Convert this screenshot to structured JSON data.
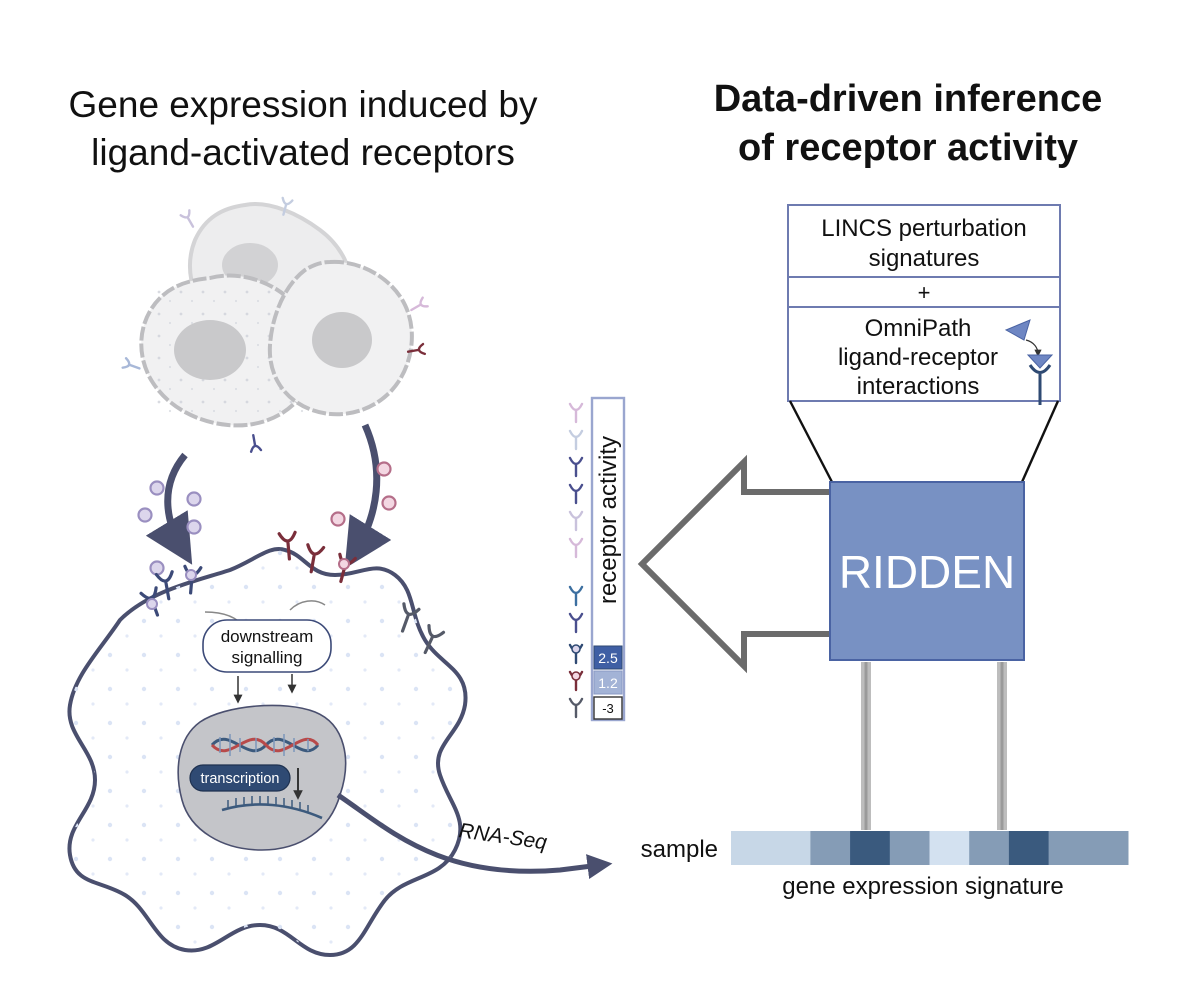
{
  "left_title": {
    "line1": "Gene expression induced by",
    "line2": "ligand-activated receptors"
  },
  "right_title": {
    "line1": "Data-driven inference",
    "line2": "of receptor activity"
  },
  "knowledge_box": {
    "lincs_line1": "LINCS perturbation",
    "lincs_line2": "signatures",
    "plus": "+",
    "omni_line1": "OmniPath",
    "omni_line2": "ligand-receptor",
    "omni_line3": "interactions"
  },
  "model_label": "RIDDEN",
  "activity_panel": {
    "label": "receptor activity",
    "values": [
      "2.5",
      "1.2",
      "-3"
    ]
  },
  "cell": {
    "signalling_line1": "downstream",
    "signalling_line2": "signalling",
    "transcription": "transcription"
  },
  "sequencing_label": "RNA-Seq",
  "signature": {
    "row_label": "sample",
    "caption": "gene expression signature",
    "levels": [
      0.15,
      0.15,
      0.55,
      1.0,
      0.55,
      0.08,
      0.55,
      1.0,
      0.55,
      0.55
    ]
  },
  "colors": {
    "ridden_fill": "#7891c3",
    "ridden_stroke": "#4a63a3",
    "box_stroke": "#6e7bb0",
    "cell_outline": "#4a4f6e",
    "dark_navy": "#3c5a7d",
    "mid_blue": "#8aa2c6",
    "light_blue": "#cfe3f5",
    "maroon": "#7a2e3a",
    "arrow_gray": "#666666"
  }
}
